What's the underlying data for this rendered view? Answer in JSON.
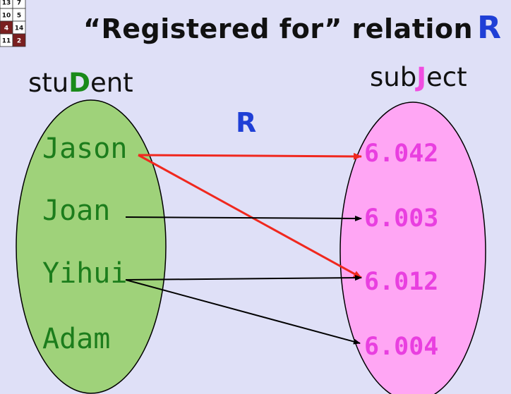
{
  "title": {
    "text": "“Registered for” relation",
    "symbol": "R"
  },
  "sets": {
    "domain": {
      "prefix": "stu",
      "highlight": "D",
      "suffix": "ent",
      "color": "#9fd27a"
    },
    "codomain": {
      "prefix": "sub",
      "highlight": "J",
      "suffix": "ect",
      "color": "#ffa6f4"
    }
  },
  "relation_label": "R",
  "students": [
    "Jason",
    "Joan",
    "Yihui",
    "Adam"
  ],
  "subjects": [
    "6.042",
    "6.003",
    "6.012",
    "6.004"
  ],
  "relation_pairs": [
    {
      "student": "Jason",
      "subject": "6.042",
      "color": "#f0281e"
    },
    {
      "student": "Jason",
      "subject": "6.012",
      "color": "#f0281e"
    },
    {
      "student": "Joan",
      "subject": "6.003",
      "color": "#000000"
    },
    {
      "student": "Yihui",
      "subject": "6.012",
      "color": "#000000"
    },
    {
      "student": "Yihui",
      "subject": "6.004",
      "color": "#000000"
    }
  ],
  "corner_grid": {
    "rows": [
      [
        "13",
        "7"
      ],
      [
        "10",
        "5"
      ],
      [
        "4",
        "14"
      ],
      [
        "11",
        "2"
      ]
    ],
    "dark_color": "#7a1f1f"
  }
}
